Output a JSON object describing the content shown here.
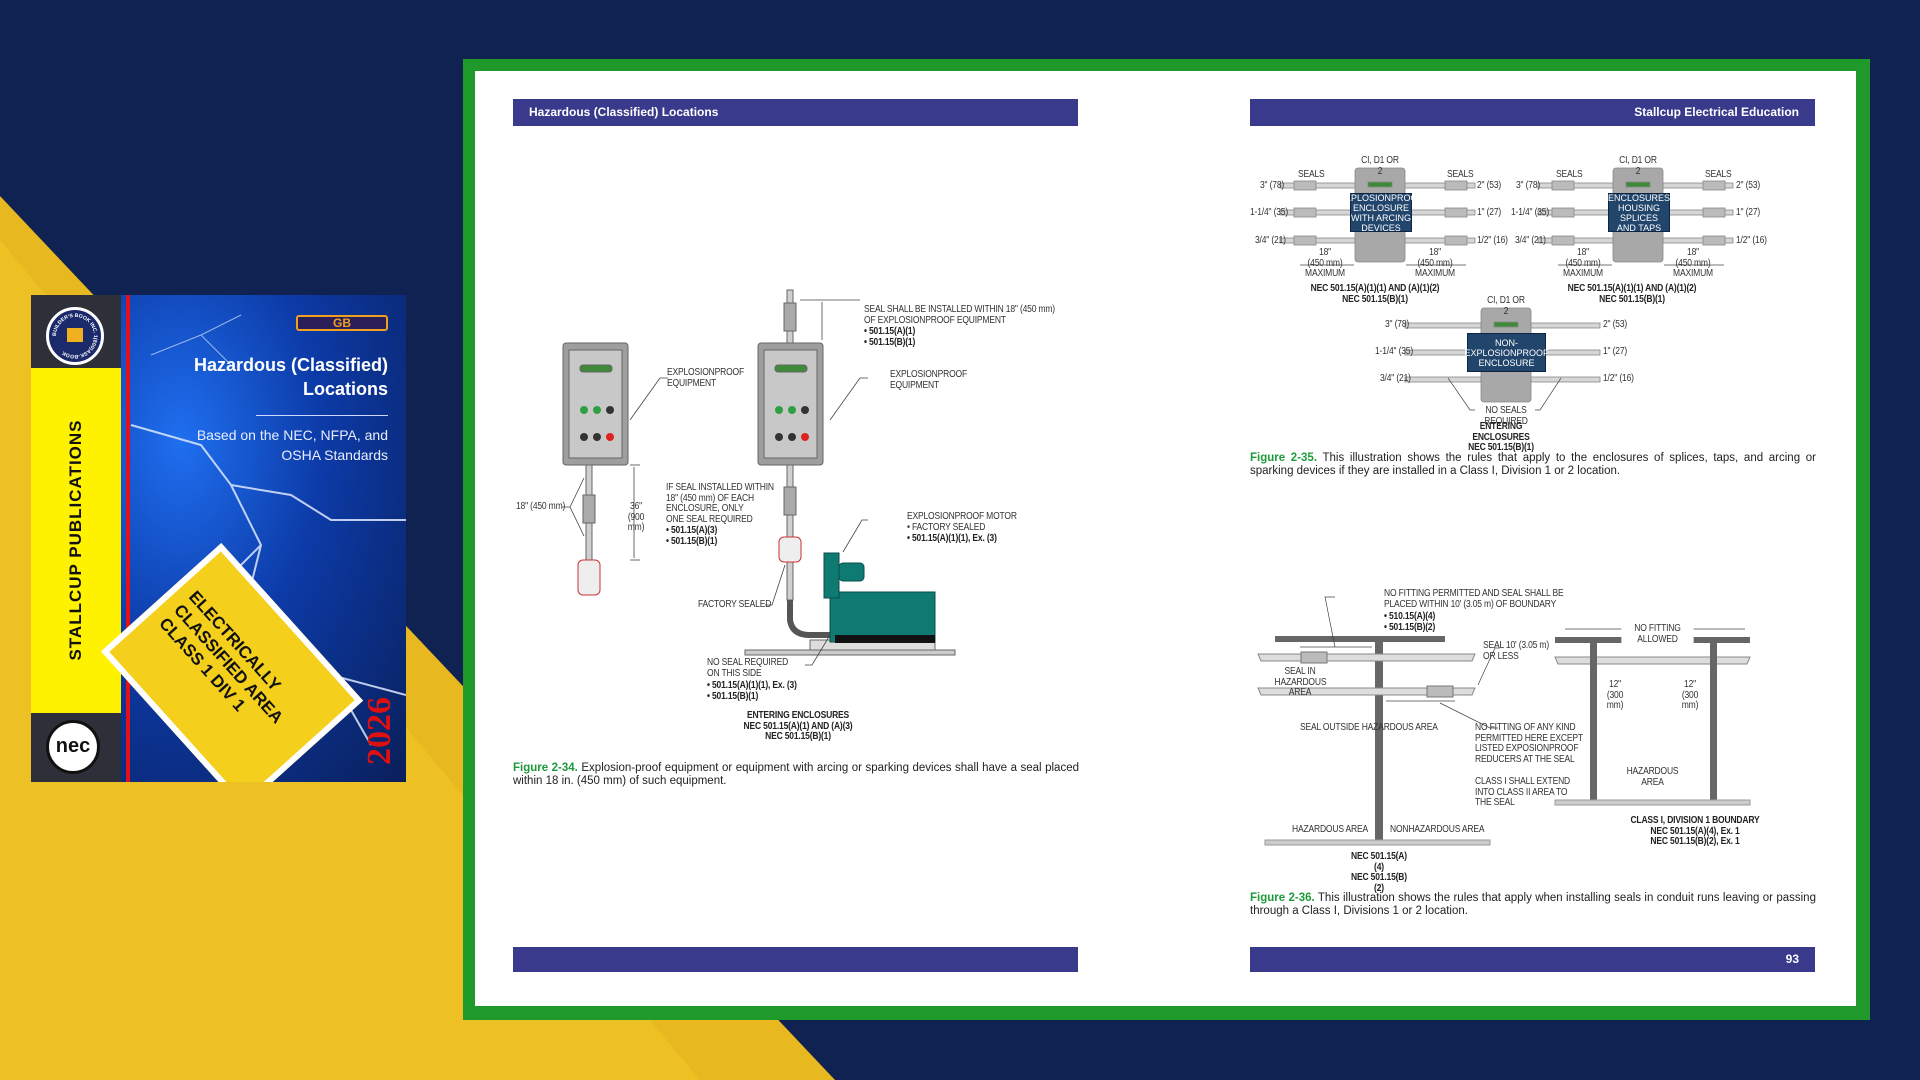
{
  "cover": {
    "spine_text": "STALLCUP PUBLICATIONS",
    "top_logo_text": "BUILDER'S BOOK INC. 1(800)ASK-BOOK",
    "bottom_logo_text": "nec",
    "brand_logo": "GB",
    "title": "Hazardous (Classified)\nLocations",
    "subtitle": "Based on the NEC, NFPA, and\nOSHA Standards",
    "sign_text": "ELECTRICALLY\nCLASSIFIED AREA\nCLASS 1 DIV 1",
    "year": "2026",
    "colors": {
      "spine": "#2d3038",
      "yellow": "#fff200",
      "red": "#e3101a",
      "blue": "#0c3aa6"
    }
  },
  "left_page": {
    "header": "Hazardous (Classified) Locations",
    "fig234": {
      "seal_within": "SEAL SHALL BE INSTALLED WITHIN 18\" (450 mm)\nOF EXPLOSIONPROOF EQUIPMENT",
      "seal_within_refs": "• 501.15(A)(1)\n• 501.15(B)(1)",
      "ep_equipment_left": "EXPLOSIONPROOF\nEQUIPMENT",
      "ep_equipment_right": "EXPLOSIONPROOF\nEQUIPMENT",
      "dim_18": "18\" (450 mm)",
      "dim_36": "36\"\n(900 mm)",
      "if_seal": "IF SEAL INSTALLED WITHIN\n18\" (450 mm) OF EACH\nENCLOSURE, ONLY\nONE SEAL REQUIRED",
      "if_seal_refs": "• 501.15(A)(3)\n• 501.15(B)(1)",
      "motor": "EXPLOSIONPROOF MOTOR\n• FACTORY SEALED",
      "motor_ref": "• 501.15(A)(1)(1), Ex. (3)",
      "factory_sealed": "FACTORY SEALED",
      "no_seal": "NO SEAL REQUIRED\nON THIS SIDE",
      "no_seal_refs": "• 501.15(A)(1)(1), Ex. (3)\n• 501.15(B)(1)",
      "entering": "ENTERING ENCLOSURES\nNEC 501.15(A)(1) AND (A)(3)\nNEC 501.15(B)(1)",
      "caption_label": "Figure 2-34.",
      "caption": " Explosion-proof equipment or equipment with arcing or sparking devices shall have a seal placed within 18 in. (450 mm) of such equipment."
    }
  },
  "right_page": {
    "header": "Stallcup Electrical Education",
    "page_number": "93",
    "fig235": {
      "class_label": "CI, D1 OR 2",
      "seals": "SEALS",
      "sizes_left": [
        "3\" (78)",
        "1-1/4\" (35)",
        "3/4\" (21)"
      ],
      "sizes_right": [
        "2\" (53)",
        "1\" (27)",
        "1/2\" (16)"
      ],
      "max": "18\"\n(450 mm)\nMAXIMUM",
      "enc1": "EXPLOSIONPROOF\nENCLOSURE\nWITH ARCING\nDEVICES",
      "enc2": "ENCLOSURES\nHOUSING SPLICES\nAND TAPS",
      "enc3": "NON-EXPLOSIONPROOF\nENCLOSURE",
      "ref12": "NEC 501.15(A)(1)(1) AND (A)(1)(2)\nNEC 501.15(B)(1)",
      "no_seals": "NO SEALS REQUIRED",
      "entering": "ENTERING ENCLOSURES\nNEC 501.15(B)(1)",
      "caption_label": "Figure 2-35.",
      "caption": " This illustration shows the rules that apply to the enclosures of splices, taps, and arcing or sparking devices if they are installed in a Class I, Division 1 or 2 location."
    },
    "fig236": {
      "no_fitting_seal": "NO FITTING PERMITTED AND SEAL SHALL BE\nPLACED WITHIN 10' (3.05 m) OF BOUNDARY",
      "no_fitting_seal_refs": "• 510.15(A)(4)\n• 501.15(B)(2)",
      "seal_10": "SEAL 10' (3.05 m)\nOR LESS",
      "seal_in": "SEAL IN\nHAZARDOUS AREA",
      "seal_outside": "SEAL OUTSIDE HAZARDOUS AREA",
      "no_fitting_any": "NO FITTING OF ANY KIND\nPERMITTED HERE EXCEPT\nLISTED EXPOSIONPROOF\nREDUCERS AT THE SEAL",
      "class_extend": "CLASS I SHALL EXTEND\nINTO CLASS II AREA TO\nTHE SEAL",
      "haz_area": "HAZARDOUS AREA",
      "nonhaz_area": "NONHAZARDOUS AREA",
      "ref_left": "NEC 501.15(A)(4)\nNEC 501.15(B)(2)",
      "no_fitting_allowed": "NO FITTING ALLOWED",
      "dim12": "12\"\n(300 mm)",
      "haz_area2": "HAZARDOUS\nAREA",
      "boundary": "CLASS I, DIVISION 1 BOUNDARY\nNEC 501.15(A)(4), Ex. 1\nNEC 501.15(B)(2), Ex. 1",
      "caption_label": "Figure 2-36.",
      "caption": " This illustration shows the rules that apply when installing seals in conduit runs leaving or passing through a Class I, Divisions 1 or 2 location."
    }
  }
}
